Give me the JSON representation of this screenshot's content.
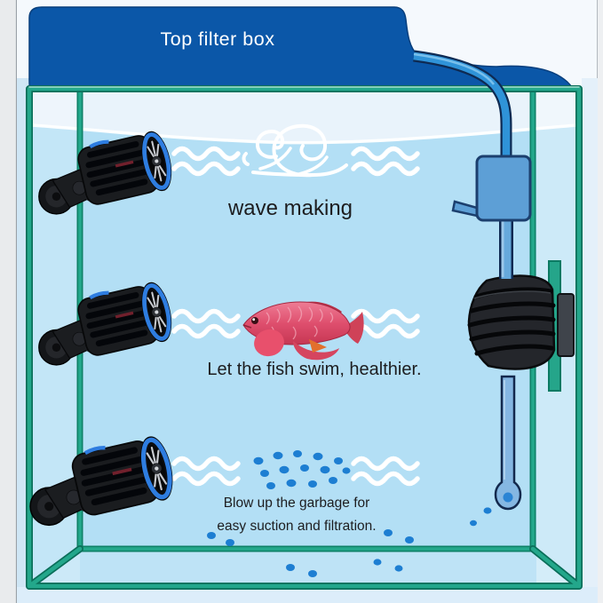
{
  "banner": {
    "label": "Top filter box"
  },
  "sections": {
    "wave": {
      "caption": "wave making"
    },
    "fish": {
      "caption": "Let the fish swim, healthier."
    },
    "garbage": {
      "line1": "Blow up the garbage for",
      "line2": "easy suction and filtration."
    }
  },
  "icons": {
    "wave_squiggle": "double wavy white lines",
    "curl_wave": "oriental curling wave",
    "fish": "red arowana fish",
    "wavemaker_pump": "black pump with blue ring and magnet mount",
    "suction_strainer": "black ribbed intake strainer",
    "intake_box": "blue filter intake box with nozzle",
    "outlet_tube": "blue tube with drop-shaped tip",
    "garbage_particles": "blue debris dots"
  },
  "colors": {
    "banner_blue": "#0b57a8",
    "frame_teal": "#1fa186",
    "frame_teal_dark": "#0d8066",
    "water_blue": "#b3dff5",
    "sky_blue": "#e9f3fb",
    "outside_blue": "#d9ebf8",
    "tube_blue": "#2f93d8",
    "intake_box_blue": "#5d9fd6",
    "particle_blue": "#1d7ed2",
    "pump_ring_blue": "#2e7de0",
    "fish_pink": "#df4f6e",
    "text_dark": "#1d1d1f",
    "wave_white": "#ffffff"
  }
}
